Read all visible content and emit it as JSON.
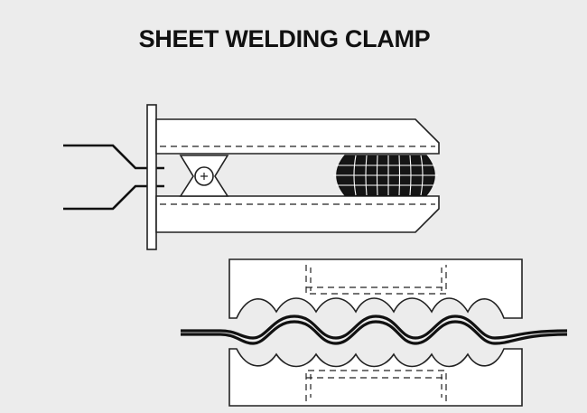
{
  "title": "SHEET WELDING CLAMP",
  "colors": {
    "background": "#ececec",
    "part_fill": "#ffffff",
    "line": "#222222",
    "sheet": "#111111"
  },
  "components": {
    "clamp_figure": "side-view-clamp-with-bellows",
    "profile_figure": "corrugated-sheet-between-profiled-jaws"
  }
}
